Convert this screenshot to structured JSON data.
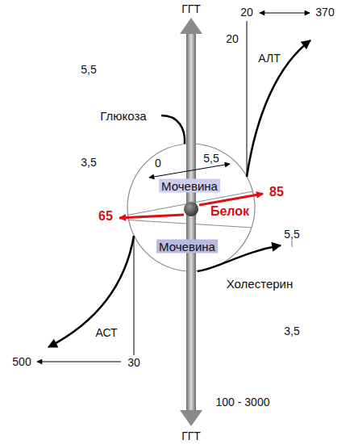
{
  "diagram": {
    "nodes": [
      {
        "text": [
          "Глюкоза"
        ]
      },
      {
        "text": [
          "0",
          "5,5",
          "Мочевина"
        ]
      },
      {
        "text": [
          "Белок"
        ]
      },
      {
        "text": [
          "Мочевина"
        ]
      },
      {
        "text": [
          "Холестерин"
        ]
      }
    ],
    "labels": [
      "ГГТ",
      "20",
      "370",
      "20",
      "АЛТ",
      "5,5",
      "3,5",
      "85",
      "65",
      "5,5",
      "3,5",
      "АСТ",
      "500",
      "30",
      "100 - 3000",
      "ГГТ"
    ]
  }
}
